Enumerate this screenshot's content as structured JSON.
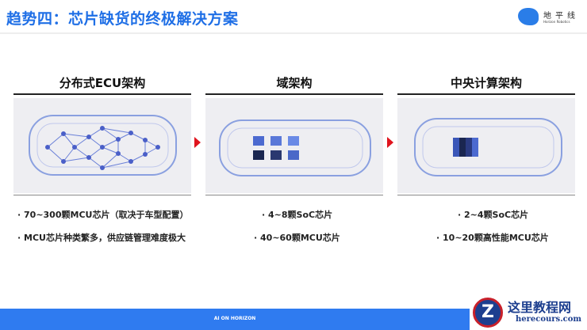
{
  "header": {
    "title": "趋势四：芯片缺货的终极解决方案",
    "logo_cn": "地平线",
    "logo_en": "Horizon Robotics"
  },
  "panels": [
    {
      "title": "分布式ECU架构",
      "bullets": [
        "· 70~300颗MCU芯片（取决于车型配置）",
        "· MCU芯片种类繁多，供应链管理难度极大"
      ]
    },
    {
      "title": "域架构",
      "bullets": [
        "· 4~8颗SoC芯片",
        "· 40~60颗MCU芯片"
      ]
    },
    {
      "title": "中央计算架构",
      "bullets": [
        "· 2~4颗SoC芯片",
        "· 10~20颗高性能MCU芯片"
      ]
    }
  ],
  "footer": {
    "text": "AI ON HORIZON"
  },
  "watermark": {
    "cn": "这里教程网",
    "en": "herecours.com",
    "letter": "Z"
  },
  "colors": {
    "accent": "#1f6fe6",
    "arrow": "#e0141e",
    "footer": "#2f7bf0"
  }
}
